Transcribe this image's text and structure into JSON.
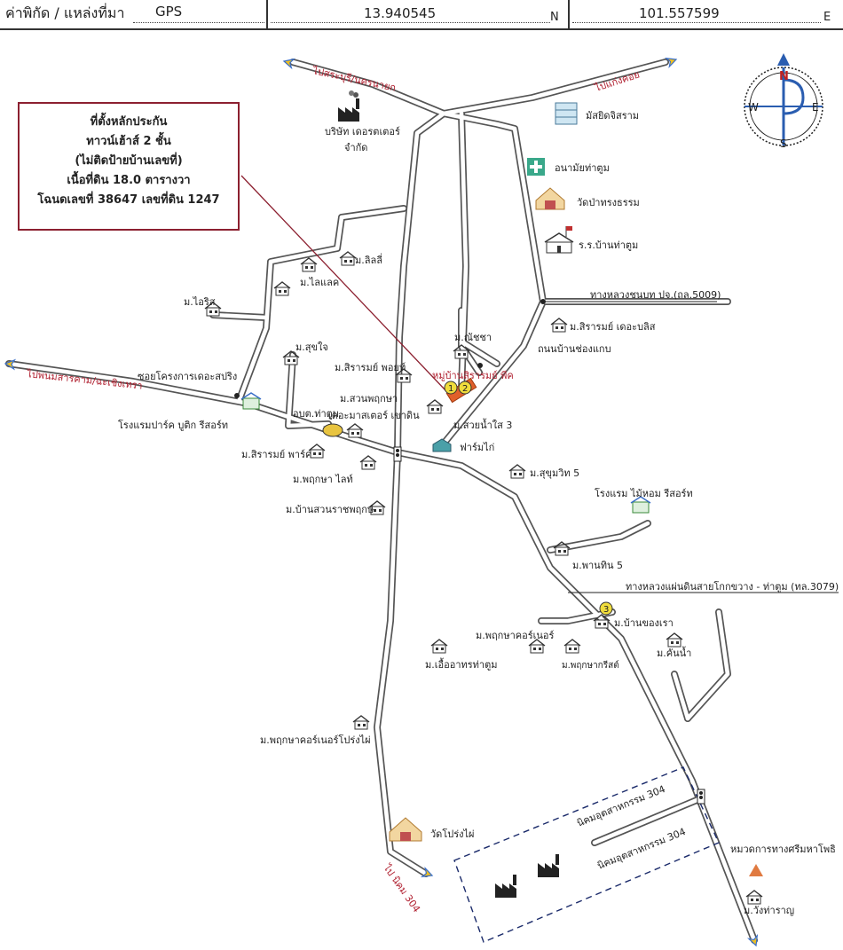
{
  "header": {
    "coord_label": "ค่าพิกัด / แหล่งที่มา",
    "source": "GPS",
    "latitude": "13.940545",
    "lat_unit": "N",
    "longitude": "101.557599",
    "lon_unit": "E"
  },
  "info_box": {
    "line1": "ที่ตั้งหลักประกัน",
    "line2": "ทาวน์เฮ้าส์ 2 ชั้น",
    "line3": "(ไม่ติดป้ายบ้านเลขที่)",
    "line4": "เนื้อที่ดิน 18.0 ตารางวา",
    "line5": "โฉนดเลขที่ 38647 เลขที่ดิน 1247"
  },
  "compass": {
    "n": "N",
    "s": "S",
    "e": "E",
    "w": "W"
  },
  "arrows": {
    "top_left": "ไปสระบุรี/นครนายก",
    "top_right": "ไปแก่งคอย",
    "left": "ไปพนมสารคาม/ฉะเชิงเทรา",
    "bottom_center": "ไป นิคม 304"
  },
  "markers": {
    "m1": "1",
    "m2": "2",
    "m3": "3"
  },
  "roads": {
    "rural": "ทางหลวงชนบท ปจ.(ถล.5009)",
    "highway": "ทางหลวงแผ่นดินสายโกกขวาง - ท่าตูม (ทล.3079)",
    "estate1": "นิคมอุตสาหกรรม 304",
    "estate2": "นิคมอุตสาหกรรม 304"
  },
  "places": {
    "factory": "บริษัท เดอรตเตอร์",
    "factory2": "จำกัด",
    "mosque": "มัสยิดจิสราม",
    "clinic": "อนามัยท่าตูม",
    "temple": "วัดป่าทรงธรรม",
    "school": "ร.ร.บ้านท่าตูม",
    "sirarom_bliss": "ม.สิรารมย์ เดอะบลิส",
    "chatcha": "ม.ณัชชา",
    "soi_bridge": "ถนนบ้านช่องแกบ",
    "target_village": "หมู่บ้านสิรารมย์ พีค",
    "sirarom_pt": "ม.สิรารมย์ พอยท์",
    "suan_phruksa": "ม.สวนพฤกษา",
    "the_master": "เดอะมาสเตอร์ เขาดิน",
    "suanna": "ม.สวยน้ำใส 3",
    "farm": "ฟาร์มไก่",
    "lili": "ม.ลิลลี่",
    "lilac": "ม.ไลแลค",
    "irish": "ม.ไอริส",
    "sukjai": "ม.สุขใจ",
    "soi_project": "ซอยโครงการเดอะสปริง",
    "hotel_park": "โรงแรมปาร์ค บูติก รีสอร์ท",
    "obt": "อบต.ท่าตูม",
    "sirarom_park": "ม.สิรารมย์ พาร์ค",
    "phruksa_light": "ม.พฤกษา ไลท์",
    "baan_suan": "ม.บ้านสวนราชพฤกษ์",
    "sukhumvit5": "ม.สุขุมวิท 5",
    "hotel_maihom": "โรงแรม ไม้หอม รีสอร์ท",
    "panarin": "ม.พานทิน 5",
    "baan_kong_rao": "ม.บ้านของเรา",
    "phruksa_corner": "ม.พฤกษาคอร์เนอร์",
    "ue_athon": "ม.เอื้ออาทรท่าตูม",
    "phruksa_crest": "ม.พฤกษากรีสต์",
    "khon_nam": "ม.คันน้ำ",
    "phruksa_corner_prong": "ม.พฤกษาคอร์เนอร์โปร่งไผ่",
    "wat_prong": "วัดโปร่งไผ่",
    "military": "หมวดการทางศรีมหาโพธิ",
    "wang_tharam": "ม.วังท่าราญ"
  },
  "colors": {
    "road": "#555555",
    "road_fill": "#ffffff",
    "pointer": "#8c2030",
    "highlight": "#e0602a",
    "marker": "#f0dc3c",
    "compass_accent": "#2a5db0",
    "arrow_blue": "#3a6fc8",
    "arrow_yellow": "#f0c020"
  }
}
